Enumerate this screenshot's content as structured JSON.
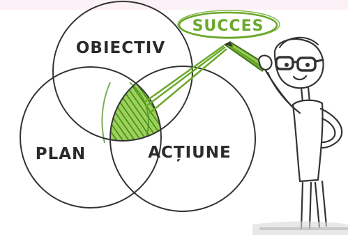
{
  "diagram": {
    "circles": {
      "top": "OBIECTIV",
      "left": "PLAN",
      "right": "ACȚIUNE"
    },
    "result": "SUCCES"
  },
  "colors": {
    "accent": "#6aa82a",
    "ink": "#2b2b2b",
    "top_band": "#fcf1f6"
  },
  "icons": [
    "pen-icon",
    "stick-figure"
  ]
}
